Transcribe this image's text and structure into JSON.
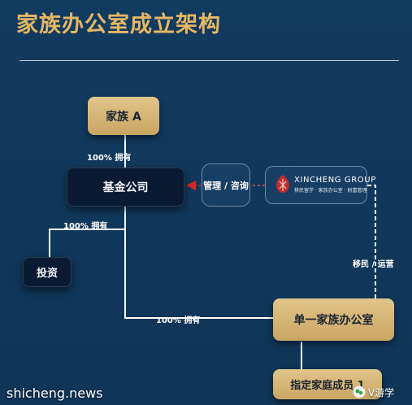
{
  "title": "家族办公室成立架构",
  "nodes": {
    "family": "家族 A",
    "fund_company": "基金公司",
    "investment": "投资",
    "single_family_office": "单一家族办公室",
    "designated_member": "指定家庭成员 1",
    "mgmt_consult": "管理 / 咨询"
  },
  "labels": {
    "family_to_fund": "100% 拥有",
    "fund_to_investment": "100% 拥有",
    "fund_to_office": "100% 拥有",
    "migration_ops": "移民 / 运营"
  },
  "logo": {
    "name": "XINCHENG GROUP",
    "tagline": "移民留学 · 家族办公室 · 财富管理"
  },
  "watermarks": {
    "site": "shicheng.news",
    "account": "V游学"
  },
  "colors": {
    "background": "#123a5f",
    "gold_box": "#d8b876",
    "dark_box": "#0a1a32",
    "title": "#e6b764",
    "arrow_red": "#d62828"
  }
}
